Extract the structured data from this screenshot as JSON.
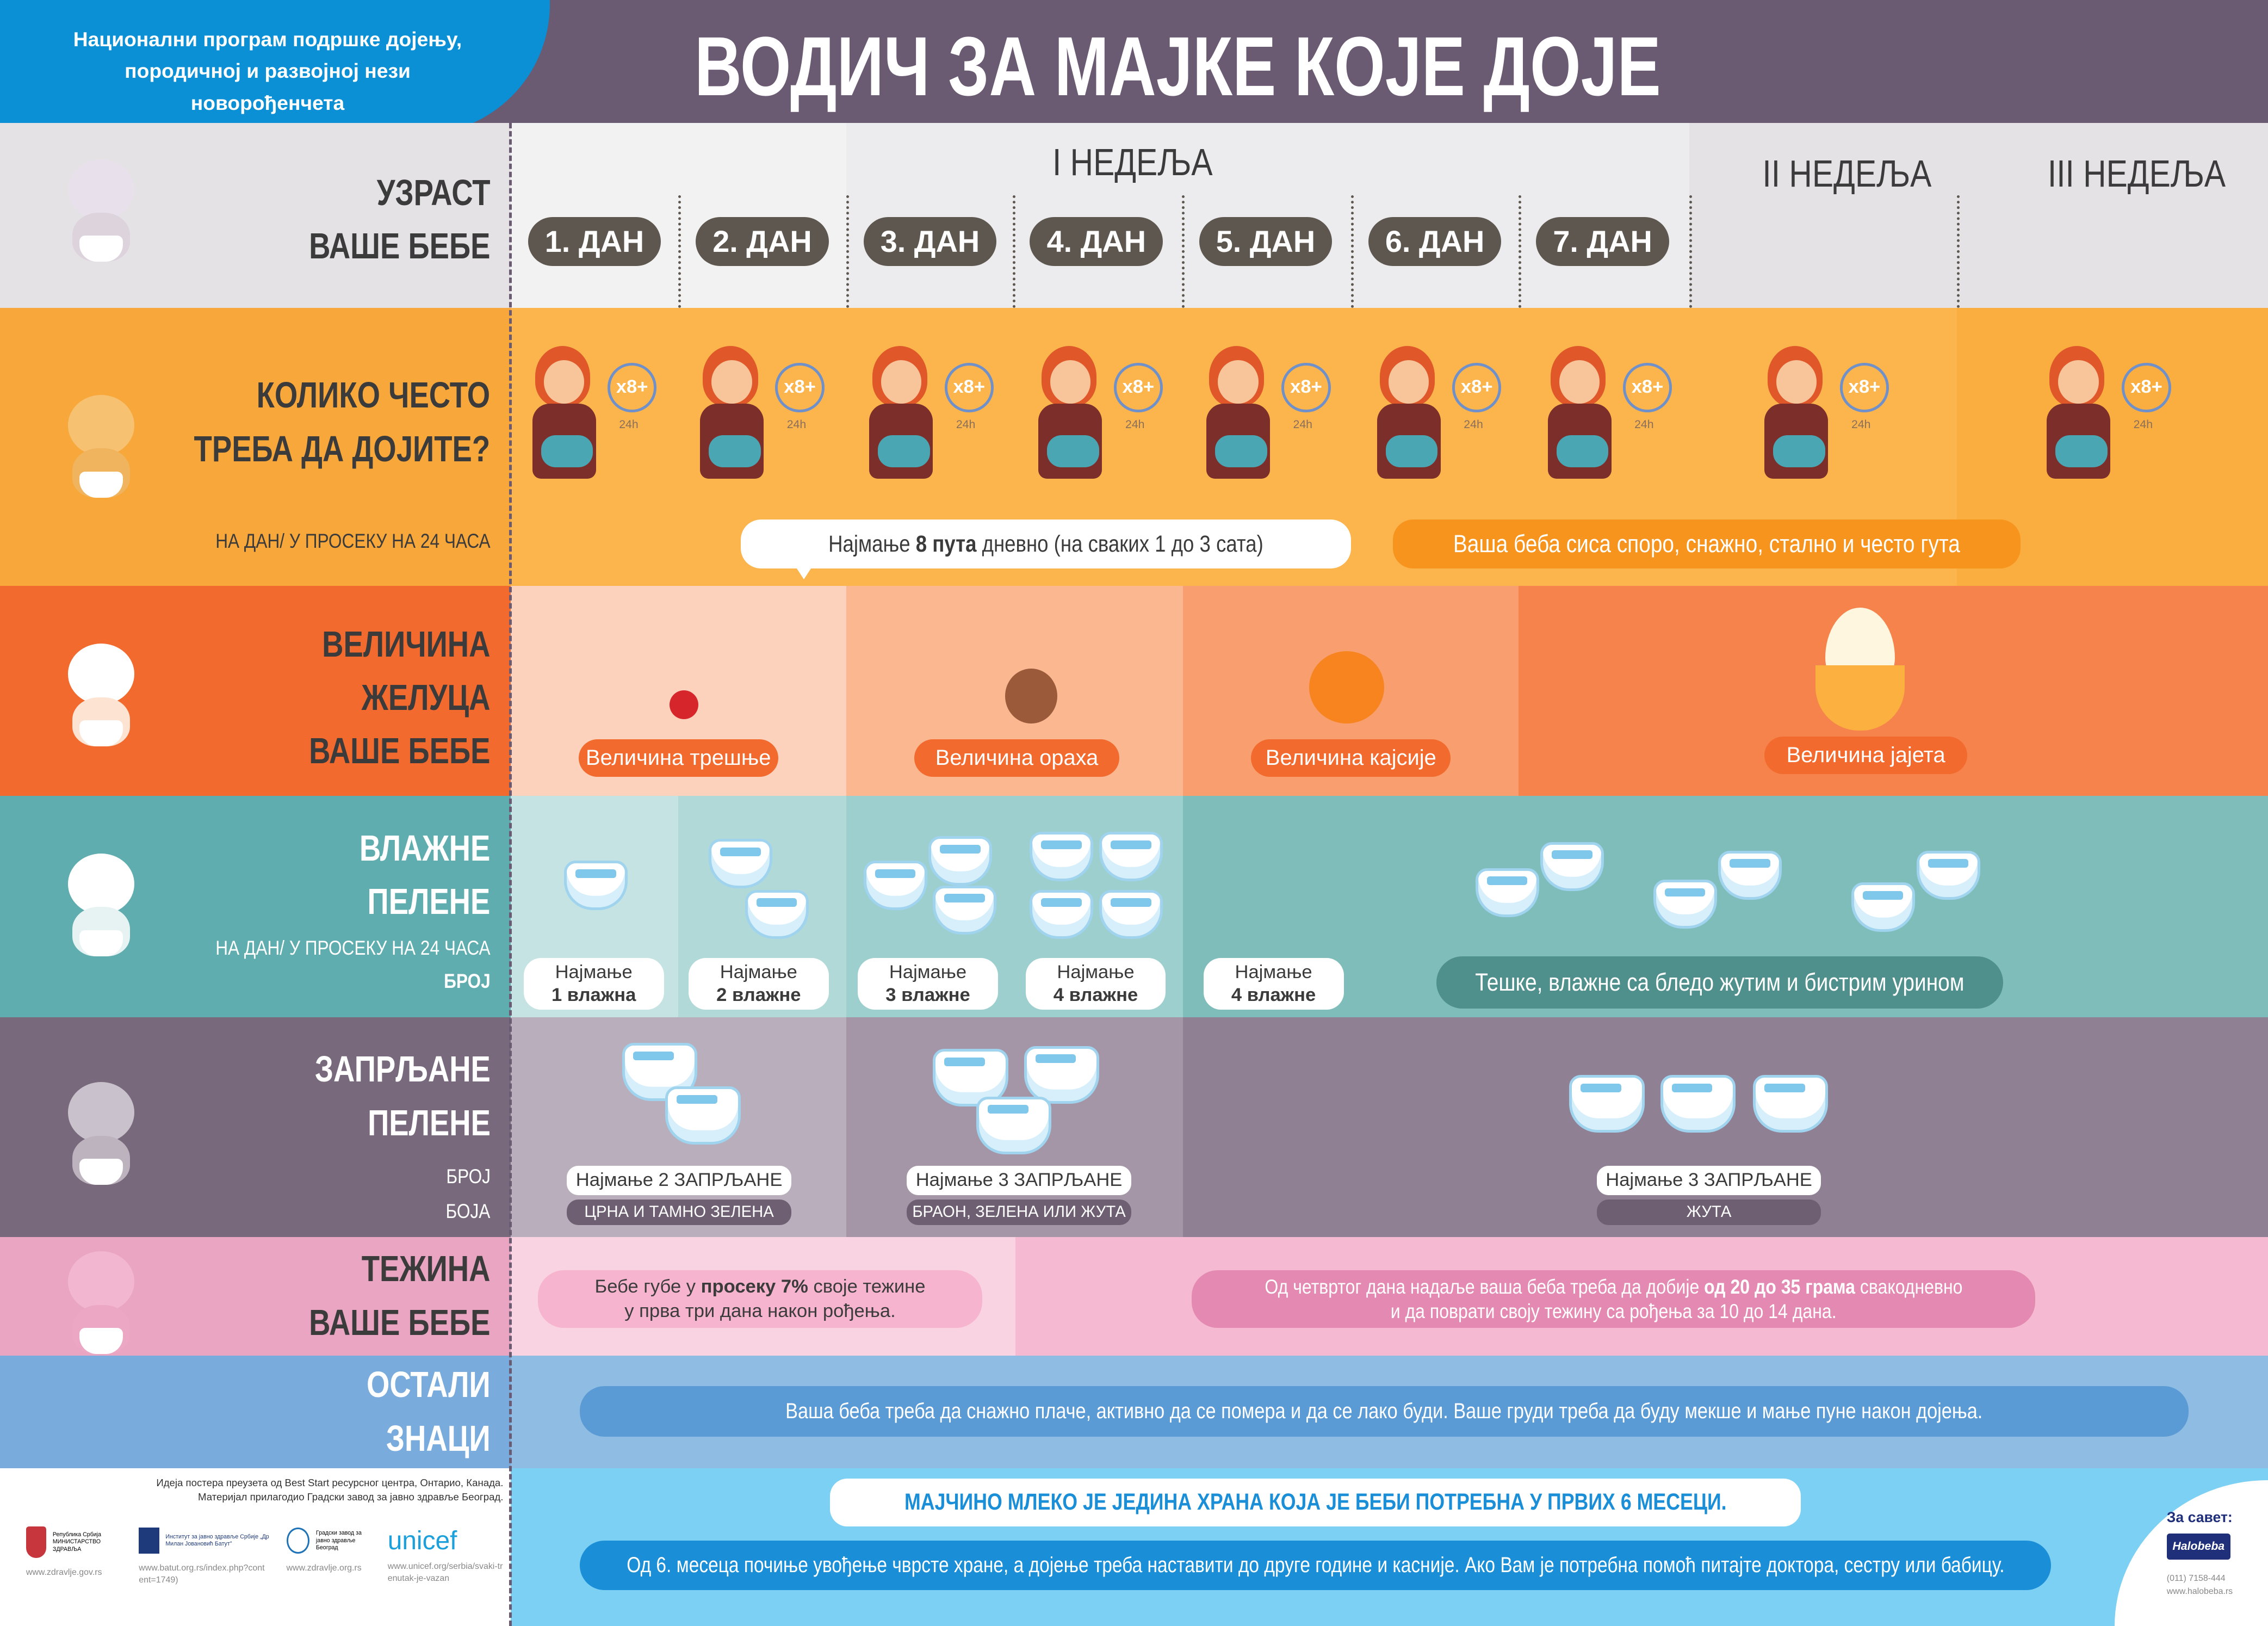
{
  "header": {
    "program": "Национални програм подршке дојењу, породичној и развојној нези новорођенчета",
    "title": "ВОДИЧ ЗА МАЈКЕ КОЈЕ ДОЈЕ"
  },
  "age": {
    "label1": "УЗРАСТ",
    "label2": "ВАШЕ БЕБЕ",
    "week1": "I НЕДЕЉА",
    "week2": "II НЕДЕЉА",
    "week3": "III НЕДЕЉА",
    "days": [
      "1. ДАН",
      "2. ДАН",
      "3. ДАН",
      "4. ДАН",
      "5. ДАН",
      "6. ДАН",
      "7. ДАН"
    ]
  },
  "feeding": {
    "label1": "КОЛИКО ЧЕСТО",
    "label2": "ТРЕБА ДА ДОЈИТЕ?",
    "sub": "НА ДАН/ У ПРОСЕКУ НА 24 ЧАСА",
    "count": "x8+",
    "hours": "24h",
    "note1_pre": "Најмање ",
    "note1_bold": "8 пута",
    "note1_post": " дневно (на сваких 1 до 3 сата)",
    "note2": "Ваша беба сиса споро, снажно, стално и често гута"
  },
  "stomach": {
    "label1": "ВЕЛИЧИНА",
    "label2": "ЖЕЛУЦА",
    "label3": "ВАШЕ БЕБЕ",
    "items": [
      "Величина трешње",
      "Величина ораха",
      "Величина кајсије",
      "Величина јајета"
    ]
  },
  "wet": {
    "label1": "ВЛАЖНЕ",
    "label2": "ПЕЛЕНЕ",
    "sub": "НА ДАН/ У ПРОСЕКУ НА 24 ЧАСА",
    "sub2": "БРОЈ",
    "items": [
      [
        "Најмање",
        "1 влажна"
      ],
      [
        "Најмање",
        "2 влажне"
      ],
      [
        "Најмање",
        "3 влажне"
      ],
      [
        "Најмање",
        "4 влажне"
      ],
      [
        "Најмање",
        "4 влажне"
      ]
    ],
    "note": "Тешке, влажне са бледо жутим и бистрим урином"
  },
  "dirty": {
    "label1": "ЗАПРЉАНЕ",
    "label2": "ПЕЛЕНЕ",
    "sub1": "БРОЈ",
    "sub2": "БОЈА",
    "items": [
      {
        "count": "Најмање 2 ЗАПРЉАНЕ",
        "color": "ЦРНА И ТАМНО ЗЕЛЕНА"
      },
      {
        "count": "Најмање 3 ЗАПРЉАНЕ",
        "color": "БРАОН, ЗЕЛЕНА ИЛИ ЖУТА"
      },
      {
        "count": "Најмање 3 ЗАПРЉАНЕ",
        "color": "ЖУТА"
      }
    ]
  },
  "weight": {
    "label1": "ТЕЖИНА",
    "label2": "ВАШЕ БЕБЕ",
    "note1_a": "Бебе губе у ",
    "note1_b": "просеку 7%",
    "note1_c": " своје тежине",
    "note1_d": "у прва три дана након рођења.",
    "note2_a": "Од четвртог дана надаље ваша беба треба да добије ",
    "note2_b": "од 20 до 35 грама",
    "note2_c": " свакодневно",
    "note2_d": "и да поврати своју тежину са рођења за 10 до 14 дана."
  },
  "other": {
    "label1": "ОСТАЛИ",
    "label2": "ЗНАЦИ",
    "note": "Ваша беба треба да снажно плаче, активно да се помера и да се лако буди. Ваше груди треба да буду мекше и мање пуне након дојења."
  },
  "footer": {
    "credit1": "Идеја постера преузета од Best Start ресурсног центра, Онтарио, Канада.",
    "credit2": "Материјал прилагодио Градски завод за јавно здравље Београд.",
    "logos": [
      {
        "name": "Република Србија МИНИСТАРСТВО ЗДРАВЉА",
        "url": "www.zdravlje.gov.rs"
      },
      {
        "name": "Институт за јавно здравље Србије „Др Милан Јовановић Батут\"",
        "url": "www.batut.org.rs/index.php?content=1749)"
      },
      {
        "name": "Градски завод за јавно здравље Београд",
        "url": "www.zdravlje.org.rs"
      },
      {
        "name": "unicef",
        "url": "www.unicef.org/serbia/svaki-trenutak-je-vazan"
      }
    ],
    "milk": "МАЈЧИНО МЛЕКО ЈЕ ЈЕДИНА ХРАНА КОЈА ЈЕ БЕБИ ПОТРЕБНА У ПРВИХ 6 МЕСЕЦИ.",
    "solid": "Од 6. месеца почиње увођење чврсте хране, а дојење треба наставити до друге године и касније. Ако Вам је потребна помоћ питајте доктора, сестру или бабицу.",
    "advice": "За савет:",
    "halobeba": "Halobeba",
    "phone": "(011) 7158-444",
    "web": "www.halobeba.rs"
  },
  "colors": {
    "purple": "#6a5a72",
    "blue": "#0b8fd5",
    "orange": "#fcb54c",
    "red": "#f26a2d",
    "teal": "#7fbdbb",
    "mauve": "#8f8093",
    "pink": "#f5b9d1",
    "sky": "#8ebce3",
    "cyan": "#7bd0f4"
  }
}
